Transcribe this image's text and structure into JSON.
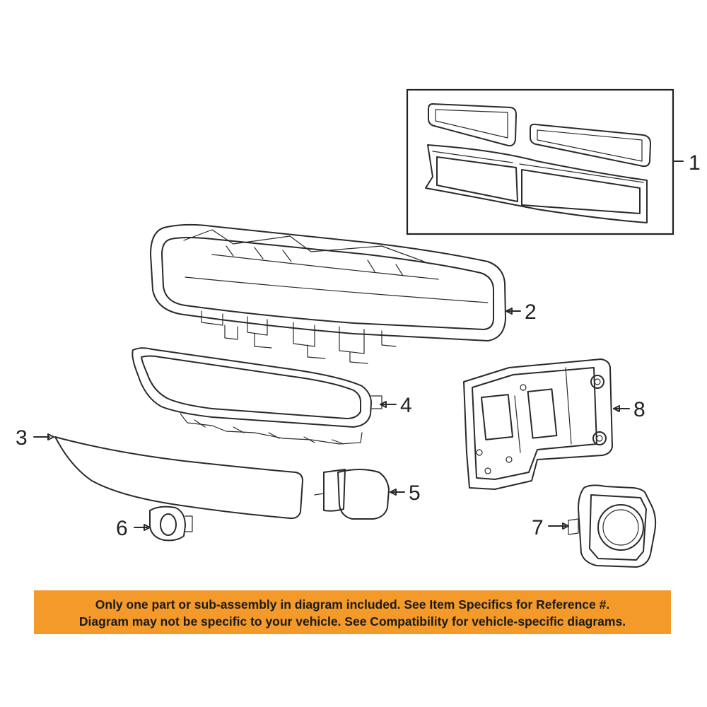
{
  "callouts": {
    "c1": "1",
    "c2": "2",
    "c3": "3",
    "c4": "4",
    "c5": "5",
    "c6": "6",
    "c7": "7",
    "c8": "8"
  },
  "notice": {
    "line1": "Only one part or sub-assembly in diagram included. See Item Specifics for Reference #.",
    "line2": "Diagram may not be specific to your vehicle. See Compatibility for vehicle-specific diagrams."
  },
  "colors": {
    "highlight_part": "#f2a21c",
    "highlight_part_dark": "#c77a10",
    "notice_background": "#f39a2a",
    "line": "#2a2a2a"
  }
}
